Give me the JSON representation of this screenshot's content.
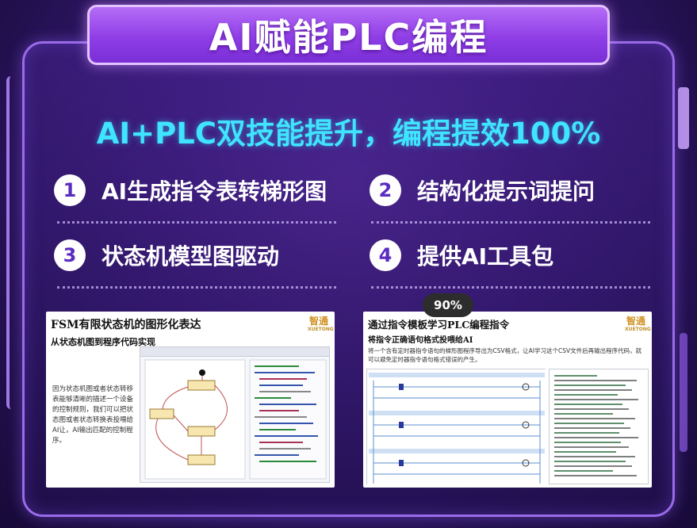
{
  "header": {
    "title": "AI赋能PLC编程"
  },
  "subtitle": "AI+PLC双技能提升，编程提效100%",
  "features": [
    {
      "num": "1",
      "label": "AI生成指令表转梯形图"
    },
    {
      "num": "2",
      "label": "结构化提示词提问"
    },
    {
      "num": "3",
      "label": "状态机模型图驱动"
    },
    {
      "num": "4",
      "label": "提供AI工具包"
    }
  ],
  "zoom_badge": "90%",
  "left_panel": {
    "title": "FSM有限状态机的图形化表达",
    "subtitle": "从状态机图到程序代码实现",
    "body": "因为状态机图或者状态转移表能够清晰的描述一个设备的控制规则，我们可以把状态图或者状态转换表投喂给AI让，AI输出匹配的控制程序。",
    "logo": "智通",
    "logo_sub": "XUETONG"
  },
  "right_panel": {
    "title": "通过指令模板学习PLC编程指令",
    "subtitle": "将指令正确语句格式投喂给AI",
    "body": "将一个含有定时器指令语句的梯形图程序导出为CSV格式，让AI学习这个CSV文件后再输出程序代码，就可以避免定时器指令语句格式错误的产生。",
    "logo": "智通",
    "logo_sub": "XUETONG"
  },
  "colors": {
    "accent_cyan": "#3fe4ff",
    "title_purple": "#8f3ee6",
    "frame_border": "#9a6be8"
  }
}
